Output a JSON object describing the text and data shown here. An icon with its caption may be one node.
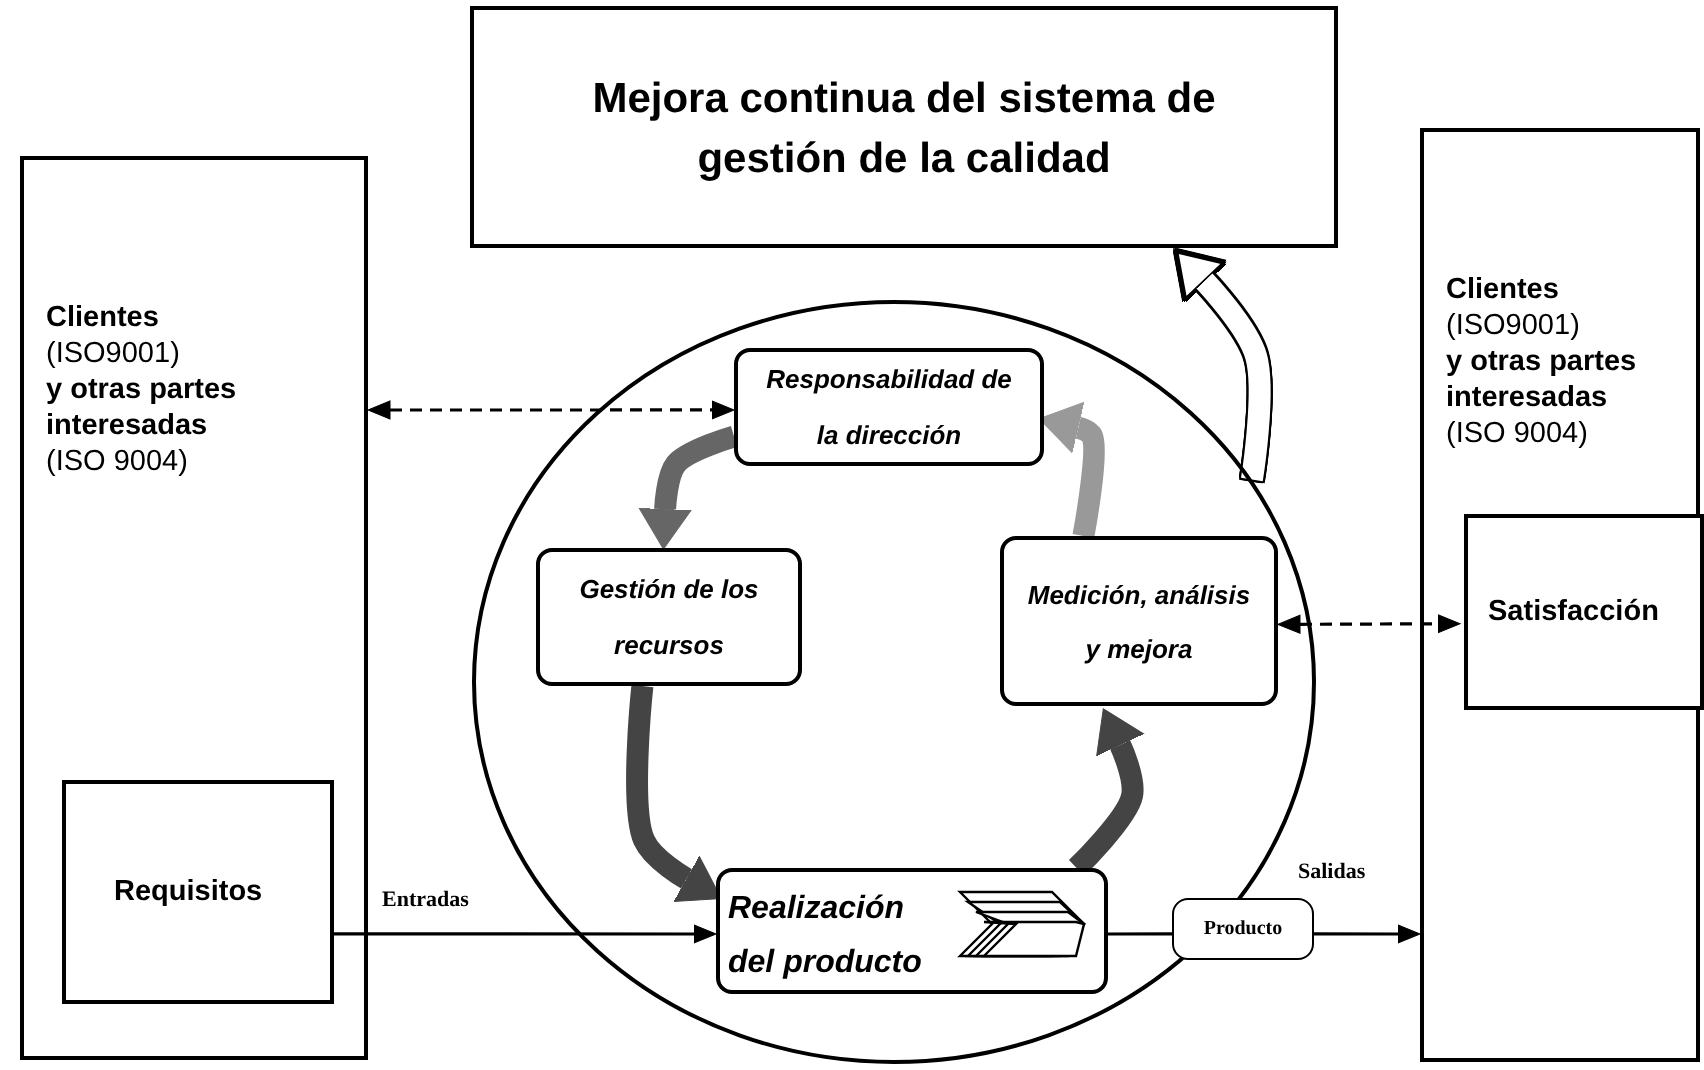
{
  "diagram": {
    "nodes": [
      {
        "text": [
          "Mejora continua del sistema de gestión de la calidad"
        ]
      },
      {
        "text": [
          "Clientes",
          "(ISO9001)",
          "y otras partes interesadas",
          "(ISO 9004)"
        ]
      },
      {
        "text": [
          "Requisitos"
        ],
        "in": 1
      },
      {
        "text": [
          "Clientes",
          "(ISO9001)",
          "y otras partes interesadas",
          "(ISO 9004)"
        ]
      },
      {
        "text": [
          "Satisfacción"
        ],
        "in": 3
      },
      {
        "text": [],
        "shape": "circle"
      },
      {
        "text": [
          "Responsabilidad de la dirección"
        ],
        "in": 5
      },
      {
        "text": [
          "Gestión de los recursos"
        ],
        "in": 5
      },
      {
        "text": [
          "Medición, análisis y mejora"
        ],
        "in": 5
      },
      {
        "text": [
          "Realización del producto"
        ],
        "in": 5
      },
      {
        "text": [
          "Producto"
        ]
      }
    ],
    "edges": [
      {
        "from": 1,
        "to": 6,
        "arrow": "both",
        "style": "dashed"
      },
      {
        "from": 8,
        "to": 4,
        "arrow": "both",
        "style": "dashed"
      },
      {
        "from": 2,
        "to": 9,
        "arrow": "to",
        "label": "Entradas"
      },
      {
        "from": 9,
        "to": 10,
        "arrow": "none"
      },
      {
        "from": 10,
        "to": 3,
        "arrow": "to",
        "label": "Salidas"
      },
      {
        "from": 6,
        "to": 7,
        "arrow": "to",
        "style": "thick",
        "color": "#666666"
      },
      {
        "from": 7,
        "to": 9,
        "arrow": "to",
        "style": "thick",
        "color": "#444444"
      },
      {
        "from": 9,
        "to": 8,
        "arrow": "to",
        "style": "thick",
        "color": "#444444"
      },
      {
        "from": 8,
        "to": 6,
        "arrow": "to",
        "style": "thick",
        "color": "#999999"
      },
      {
        "from": 5,
        "to": 0,
        "arrow": "to",
        "style": "thick",
        "color": "#ffffff"
      }
    ]
  }
}
